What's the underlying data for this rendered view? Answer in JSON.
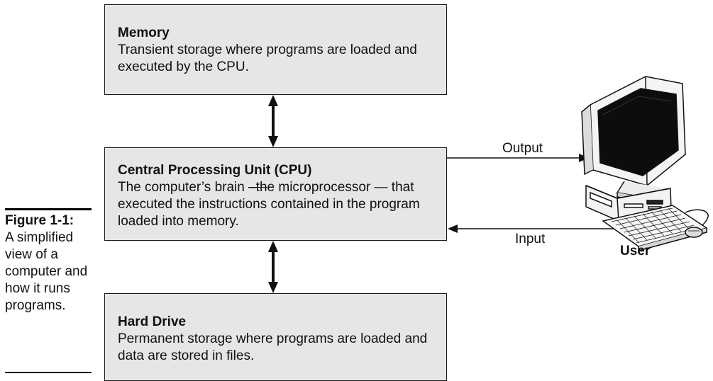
{
  "figure": {
    "label": "Figure 1-1:",
    "caption": "A simplified view of a computer and how it runs programs."
  },
  "memory": {
    "title": "Memory",
    "description": "Transient storage where programs are loaded and executed by the CPU."
  },
  "cpu": {
    "title": "Central Processing Unit (CPU)",
    "description_part1": "The computer’s brain ",
    "description_strike": "–th",
    "description_part2": "e microprocessor — that executed the instructions contained in the program loaded into memory."
  },
  "hard_drive": {
    "title": "Hard Drive",
    "description": "Permanent storage where programs are loaded and data are stored in files."
  },
  "flows": {
    "output_label": "Output",
    "input_label": "Input"
  },
  "user": {
    "label": "User",
    "icon": "desktop-computer-icon"
  },
  "colors": {
    "box_fill": "#e6e6e6",
    "stroke": "#1a1a1a"
  }
}
